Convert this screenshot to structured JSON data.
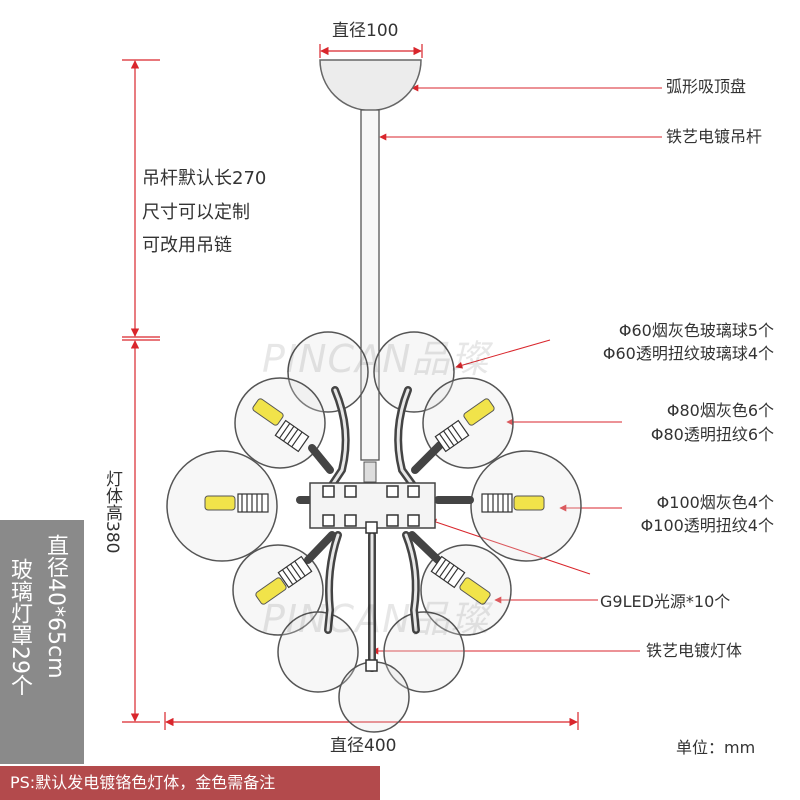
{
  "dims": {
    "top_diameter": "直径100",
    "bottom_diameter": "直径400",
    "body_height": "灯体高380"
  },
  "callouts": {
    "canopy": "弧形吸顶盘",
    "rod": "铁艺电镀吊杆",
    "glass60_a": "Φ60烟灰色玻璃球5个",
    "glass60_b": "Φ60透明扭纹玻璃球4个",
    "glass80_a": "Φ80烟灰色6个",
    "glass80_b": "Φ80透明扭纹6个",
    "glass100_a": "Φ100烟灰色4个",
    "glass100_b": "Φ100透明扭纹4个",
    "bulb": "G9LED光源*10个",
    "lamp_body": "铁艺电镀灯体"
  },
  "rod_notes": [
    "吊杆默认长270",
    "尺寸可以定制",
    "可改用吊链"
  ],
  "glass_box": {
    "line1": "玻璃灯罩29个",
    "line2": "直径40*65cm"
  },
  "unit": "单位：mm",
  "footer_note": "PS:默认发电镀铬色灯体，金色需备注",
  "watermark": "PINCAN品璨",
  "colors": {
    "dimension_red": "#d9262c",
    "footer_red": "#b34a4c",
    "panel_grey": "#8a8a8a"
  }
}
